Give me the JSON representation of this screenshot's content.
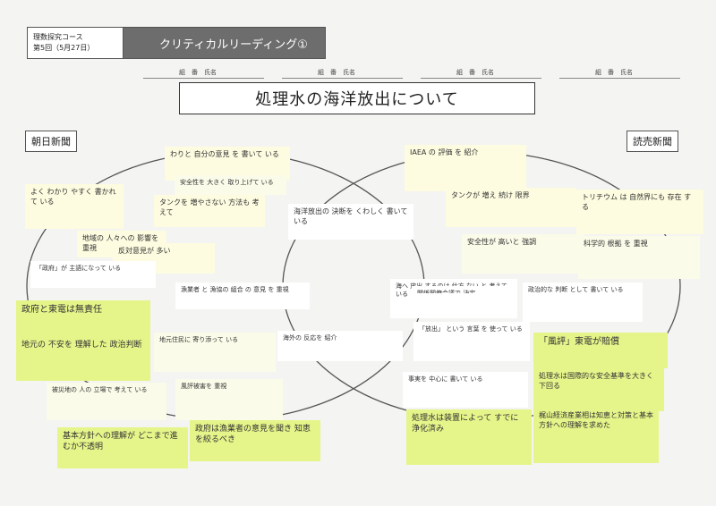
{
  "header": {
    "course": "理数探究コース",
    "session": "第5回（5月27日）",
    "activity": "クリティカルリーディング①"
  },
  "name_fields": [
    "組　番　氏名",
    "組　番　氏名",
    "組　番　氏名",
    "組　番　氏名"
  ],
  "title": "処理水の海洋放出について",
  "left_label": "朝日新聞",
  "right_label": "読売新聞",
  "notes": [
    {
      "text": "わりと 自分の意見 を 書いて いる",
      "color": "pale"
    },
    {
      "text": "よく わかり やすく 書かれて いる",
      "color": "pale"
    },
    {
      "text": "安全性を 大きく 取り上げて いる",
      "color": "paler"
    },
    {
      "text": "タンクを 増やさない 方法も 考えて",
      "color": "pale"
    },
    {
      "text": "地域の 人々への 影響を 重視",
      "color": "pale"
    },
    {
      "text": "反対意見が 多い",
      "color": "pale"
    },
    {
      "text": "「政府」が 主語になって いる",
      "color": "white"
    },
    {
      "text": "漁業者 と 漁協の 組合 の 意見 を 重視",
      "color": "white"
    },
    {
      "text": "政府と東電は無責任",
      "color": "green"
    },
    {
      "text": "地元の 不安を 理解した 政治判断",
      "color": "green"
    },
    {
      "text": "地元住民に 寄り添って いる",
      "color": "paler"
    },
    {
      "text": "海外の 反応を 紹介",
      "color": "white"
    },
    {
      "text": "被災地の 人の 立場で 考えて いる",
      "color": "paler"
    },
    {
      "text": "風評被害を 重視",
      "color": "paler"
    },
    {
      "text": "基本方針への理解が どこまで進むか不透明",
      "color": "green"
    },
    {
      "text": "政府は漁業者の意見を聞き 知恵を絞るべき",
      "color": "green"
    },
    {
      "text": "海洋放出の 決断を くわしく 書いて いる",
      "color": "white"
    },
    {
      "text": "海へ 放出 するのは 仕方 ない と 考えて いる",
      "color": "white"
    },
    {
      "text": "IAEA の 評価 を 紹介",
      "color": "pale"
    },
    {
      "text": "タンクが 増え 続け 限界",
      "color": "pale"
    },
    {
      "text": "トリチウム は 自然界にも 存在 する",
      "color": "pale"
    },
    {
      "text": "安全性が 高いと 強調",
      "color": "paler"
    },
    {
      "text": "科学的 根拠 を 重視",
      "color": "paler"
    },
    {
      "text": "政治的な 判断 として 書いて いる",
      "color": "white"
    },
    {
      "text": "「放出」 という 言葉 を 使って いる",
      "color": "white"
    },
    {
      "text": "事実を 中心に 書いて いる",
      "color": "white"
    },
    {
      "text": "「風評」東電が賠償",
      "color": "green"
    },
    {
      "text": "処理水は国際的な安全基準を大きく下回る",
      "color": "green"
    },
    {
      "text": "処理水は装置によって すでに浄化済み",
      "color": "green"
    },
    {
      "text": "梶山経済産業相は知恵と対策と基本方針への理解を求めた",
      "color": "green"
    },
    {
      "text": "関係閣僚会議で 決定",
      "color": "white"
    }
  ]
}
